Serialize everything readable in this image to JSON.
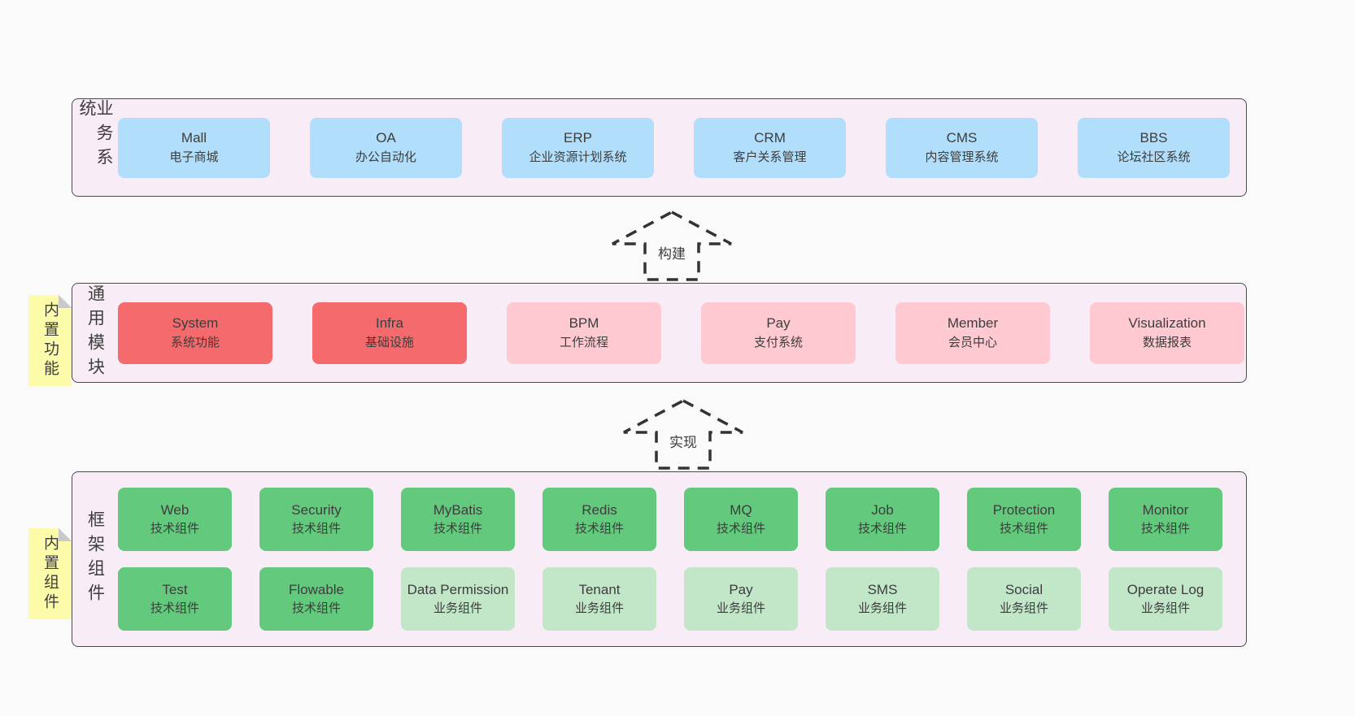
{
  "business": {
    "label": "业务系统",
    "boxes": [
      {
        "name": "Mall",
        "desc": "电子商城"
      },
      {
        "name": "OA",
        "desc": "办公自动化"
      },
      {
        "name": "ERP",
        "desc": "企业资源计划系统"
      },
      {
        "name": "CRM",
        "desc": "客户关系管理"
      },
      {
        "name": "CMS",
        "desc": "内容管理系统"
      },
      {
        "name": "BBS",
        "desc": "论坛社区系统"
      }
    ]
  },
  "modules": {
    "label": "通用模块",
    "note": "内置功能",
    "boxes": [
      {
        "name": "System",
        "desc": "系统功能",
        "tone": "strong"
      },
      {
        "name": "Infra",
        "desc": "基础设施",
        "tone": "strong"
      },
      {
        "name": "BPM",
        "desc": "工作流程",
        "tone": "soft"
      },
      {
        "name": "Pay",
        "desc": "支付系统",
        "tone": "soft"
      },
      {
        "name": "Member",
        "desc": "会员中心",
        "tone": "soft"
      },
      {
        "name": "Visualization",
        "desc": "数据报表",
        "tone": "soft"
      }
    ]
  },
  "components": {
    "label": "框架组件",
    "note": "内置组件",
    "row1": [
      {
        "name": "Web",
        "desc": "技术组件"
      },
      {
        "name": "Security",
        "desc": "技术组件"
      },
      {
        "name": "MyBatis",
        "desc": "技术组件"
      },
      {
        "name": "Redis",
        "desc": "技术组件"
      },
      {
        "name": "MQ",
        "desc": "技术组件"
      },
      {
        "name": "Job",
        "desc": "技术组件"
      },
      {
        "name": "Protection",
        "desc": "技术组件"
      },
      {
        "name": "Monitor",
        "desc": "技术组件"
      }
    ],
    "row2": [
      {
        "name": "Test",
        "desc": "技术组件",
        "tone": "strong"
      },
      {
        "name": "Flowable",
        "desc": "技术组件",
        "tone": "strong"
      },
      {
        "name": "Data Permission",
        "desc": "业务组件",
        "tone": "soft"
      },
      {
        "name": "Tenant",
        "desc": "业务组件",
        "tone": "soft"
      },
      {
        "name": "Pay",
        "desc": "业务组件",
        "tone": "soft"
      },
      {
        "name": "SMS",
        "desc": "业务组件",
        "tone": "soft"
      },
      {
        "name": "Social",
        "desc": "业务组件",
        "tone": "soft"
      },
      {
        "name": "Operate Log",
        "desc": "业务组件",
        "tone": "soft"
      }
    ]
  },
  "arrows": {
    "build": "构建",
    "implement": "实现"
  },
  "colors": {
    "background": "#fafafa",
    "section_bg": "#f8edf6",
    "section_border": "#4a4a4a",
    "business_box": "#b1defb",
    "core_module_box": "#f56a6c",
    "optional_module_box": "#ffc9d2",
    "tech_component_box": "#63c97c",
    "biz_component_box": "#c1e7c8",
    "note_bg": "#fbfba9",
    "text": "#3d3d3d"
  }
}
